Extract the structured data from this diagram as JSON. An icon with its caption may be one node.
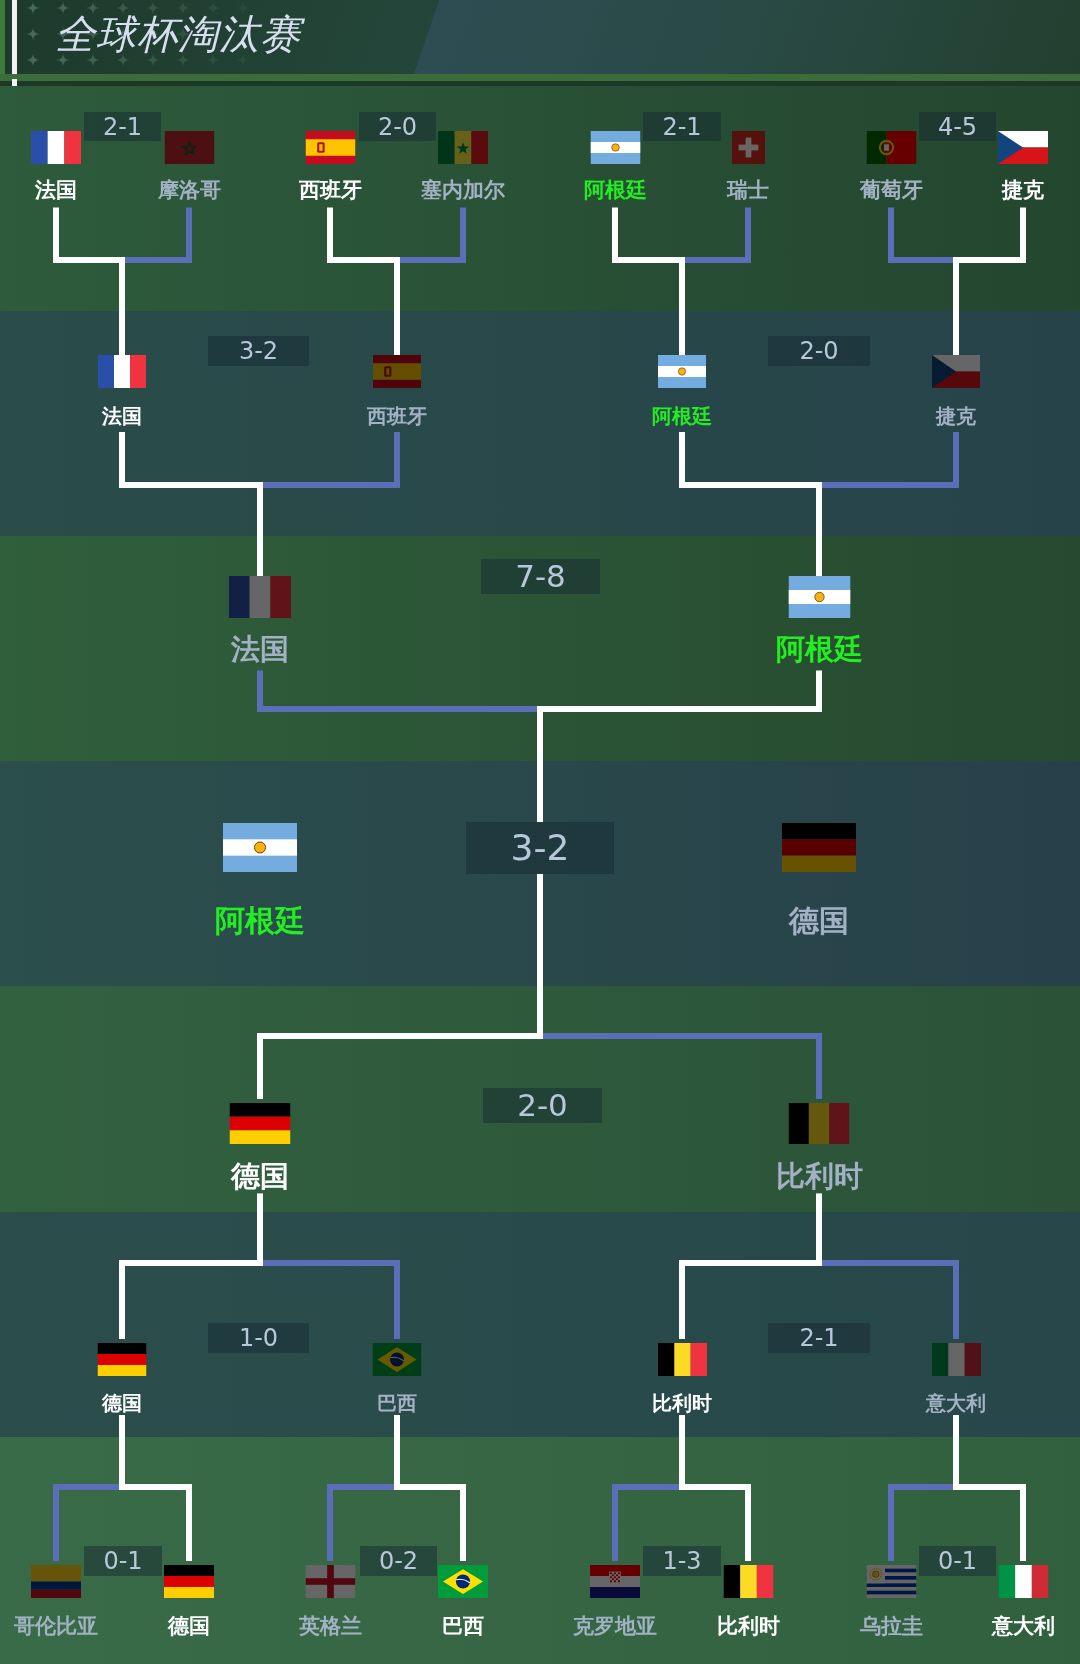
{
  "diagram": {
    "title": "全球杯淘汰赛",
    "nodes": [
      {
        "text": [
          "法国"
        ]
      },
      {
        "text": [
          "2-1"
        ]
      },
      {
        "text": [
          "摩洛哥"
        ]
      },
      {
        "text": [
          "西班牙"
        ]
      },
      {
        "text": [
          "2-0"
        ]
      },
      {
        "text": [
          "塞内加尔"
        ]
      },
      {
        "text": [
          "阿根廷"
        ]
      },
      {
        "text": [
          "2-1"
        ]
      },
      {
        "text": [
          "瑞士"
        ]
      },
      {
        "text": [
          "葡萄牙"
        ]
      },
      {
        "text": [
          "4-5"
        ]
      },
      {
        "text": [
          "捷克"
        ]
      },
      {
        "text": [
          "法国"
        ]
      },
      {
        "text": [
          "3-2"
        ]
      },
      {
        "text": [
          "西班牙"
        ]
      },
      {
        "text": [
          "阿根廷"
        ]
      },
      {
        "text": [
          "2-0"
        ]
      },
      {
        "text": [
          "捷克"
        ]
      },
      {
        "text": [
          "法国"
        ]
      },
      {
        "text": [
          "7-8"
        ]
      },
      {
        "text": [
          "阿根廷"
        ]
      },
      {
        "text": [
          "阿根廷"
        ]
      },
      {
        "text": [
          "3-2"
        ]
      },
      {
        "text": [
          "德国"
        ]
      },
      {
        "text": [
          "德国"
        ]
      },
      {
        "text": [
          "2-0"
        ]
      },
      {
        "text": [
          "比利时"
        ]
      },
      {
        "text": [
          "德国"
        ]
      },
      {
        "text": [
          "1-0"
        ]
      },
      {
        "text": [
          "巴西"
        ]
      },
      {
        "text": [
          "比利时"
        ]
      },
      {
        "text": [
          "2-1"
        ]
      },
      {
        "text": [
          "意大利"
        ]
      },
      {
        "text": [
          "哥伦比亚"
        ]
      },
      {
        "text": [
          "0-1"
        ]
      },
      {
        "text": [
          "德国"
        ]
      },
      {
        "text": [
          "英格兰"
        ]
      },
      {
        "text": [
          "0-2"
        ]
      },
      {
        "text": [
          "巴西"
        ]
      },
      {
        "text": [
          "克罗地亚"
        ]
      },
      {
        "text": [
          "1-3"
        ]
      },
      {
        "text": [
          "比利时"
        ]
      },
      {
        "text": [
          "乌拉圭"
        ]
      },
      {
        "text": [
          "0-1"
        ]
      },
      {
        "text": [
          "意大利"
        ]
      }
    ],
    "edges": [
      {
        "from": 0,
        "to": 12,
        "arrow": "none"
      },
      {
        "from": 2,
        "to": 12,
        "arrow": "none",
        "color": "#5b6fb8"
      },
      {
        "from": 3,
        "to": 14,
        "arrow": "none"
      },
      {
        "from": 5,
        "to": 14,
        "arrow": "none",
        "color": "#5b6fb8"
      },
      {
        "from": 6,
        "to": 15,
        "arrow": "none"
      },
      {
        "from": 8,
        "to": 15,
        "arrow": "none",
        "color": "#5b6fb8"
      },
      {
        "from": 9,
        "to": 17,
        "arrow": "none",
        "color": "#5b6fb8"
      },
      {
        "from": 11,
        "to": 17,
        "arrow": "none"
      },
      {
        "from": 12,
        "to": 18,
        "arrow": "none"
      },
      {
        "from": 14,
        "to": 18,
        "arrow": "none",
        "color": "#5b6fb8"
      },
      {
        "from": 15,
        "to": 20,
        "arrow": "none"
      },
      {
        "from": 17,
        "to": 20,
        "arrow": "none",
        "color": "#5b6fb8"
      },
      {
        "from": 18,
        "to": 22,
        "arrow": "none",
        "color": "#5b6fb8"
      },
      {
        "from": 20,
        "to": 22,
        "arrow": "none"
      },
      {
        "from": 24,
        "to": 22,
        "arrow": "none"
      },
      {
        "from": 26,
        "to": 22,
        "arrow": "none",
        "color": "#5b6fb8"
      },
      {
        "from": 27,
        "to": 24,
        "arrow": "none"
      },
      {
        "from": 29,
        "to": 24,
        "arrow": "none",
        "color": "#5b6fb8"
      },
      {
        "from": 30,
        "to": 26,
        "arrow": "none"
      },
      {
        "from": 32,
        "to": 26,
        "arrow": "none",
        "color": "#5b6fb8"
      },
      {
        "from": 33,
        "to": 27,
        "arrow": "none",
        "color": "#5b6fb8"
      },
      {
        "from": 35,
        "to": 27,
        "arrow": "none"
      },
      {
        "from": 36,
        "to": 29,
        "arrow": "none",
        "color": "#5b6fb8"
      },
      {
        "from": 38,
        "to": 29,
        "arrow": "none"
      },
      {
        "from": 39,
        "to": 30,
        "arrow": "none",
        "color": "#5b6fb8"
      },
      {
        "from": 41,
        "to": 30,
        "arrow": "none"
      },
      {
        "from": 42,
        "to": 32,
        "arrow": "none",
        "color": "#5b6fb8"
      },
      {
        "from": 44,
        "to": 32,
        "arrow": "none"
      }
    ]
  }
}
